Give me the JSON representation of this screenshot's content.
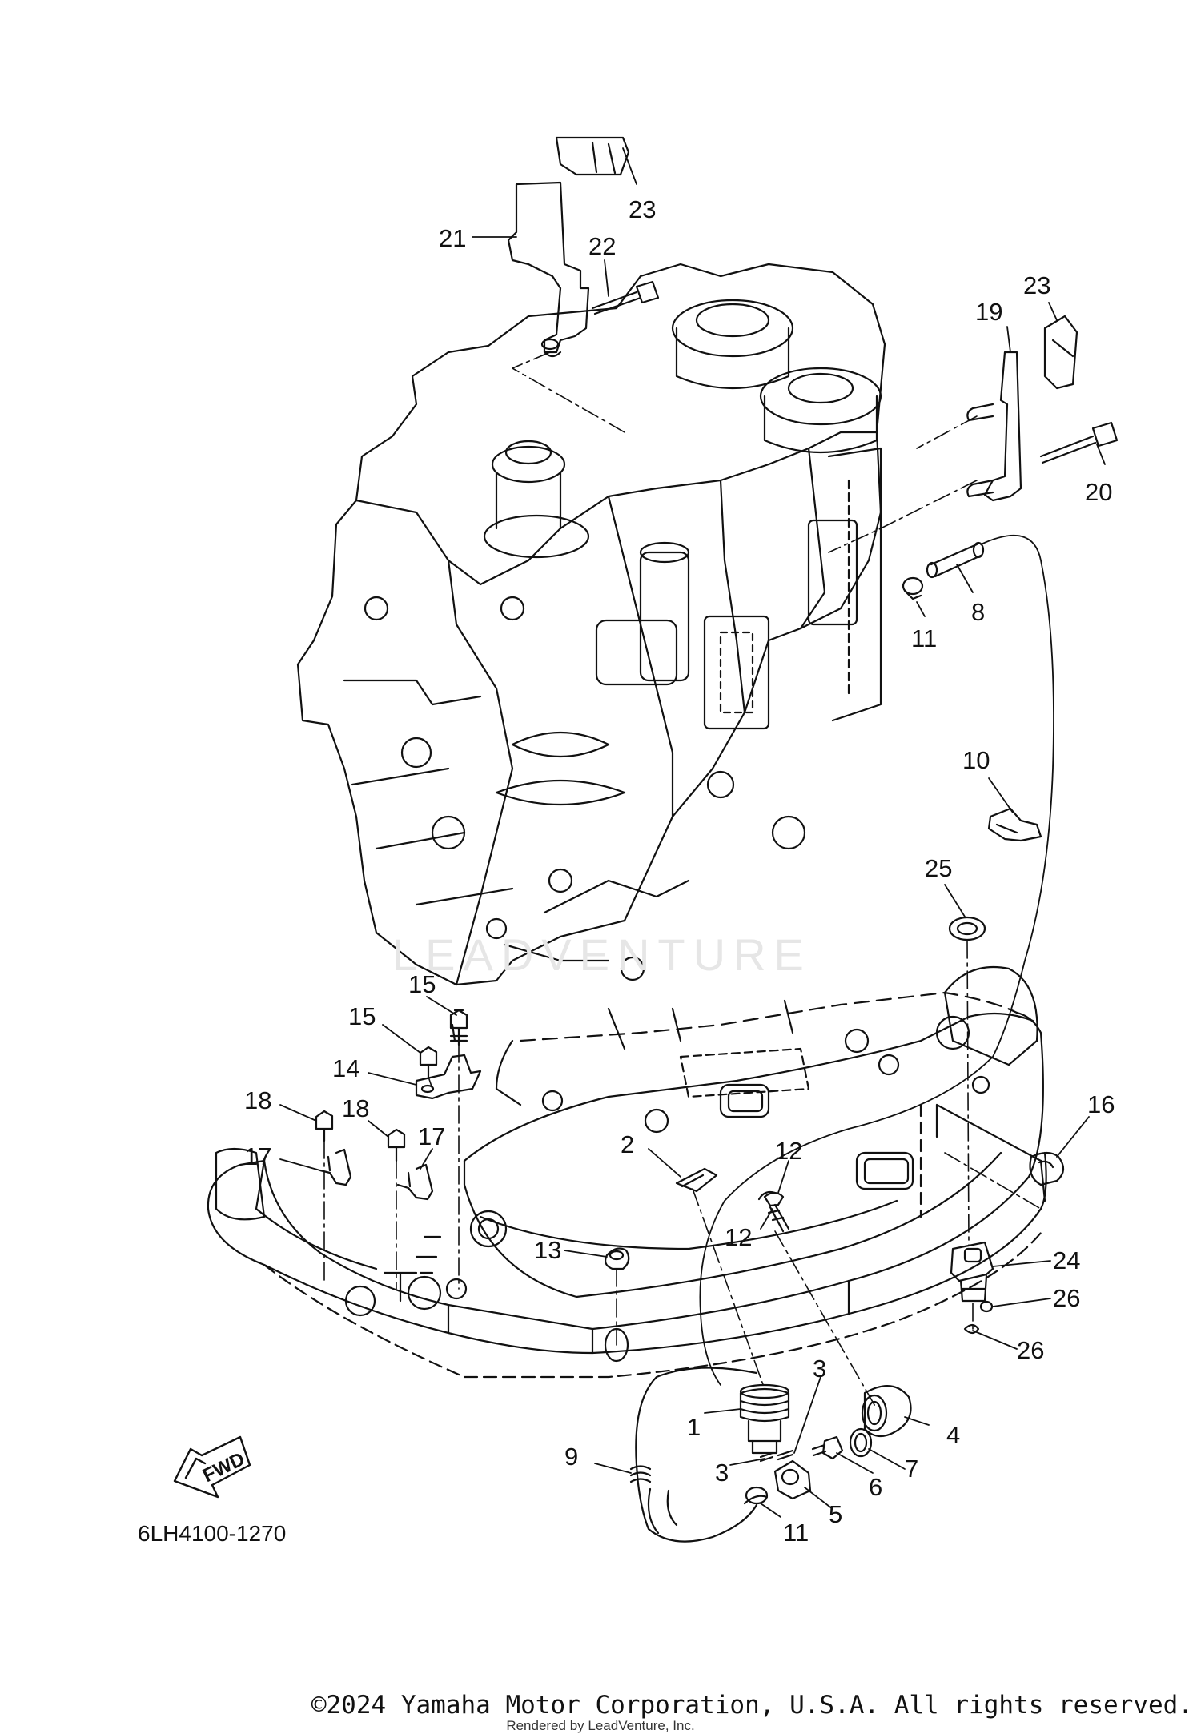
{
  "diagram": {
    "reference_code": "6LH4100-1270",
    "fwd_label": "FWD",
    "watermark": "LEADVENTURE",
    "callouts": [
      {
        "id": "c21",
        "text": "21"
      },
      {
        "id": "c23a",
        "text": "23"
      },
      {
        "id": "c22",
        "text": "22"
      },
      {
        "id": "c23b",
        "text": "23"
      },
      {
        "id": "c19",
        "text": "19"
      },
      {
        "id": "c20",
        "text": "20"
      },
      {
        "id": "c8",
        "text": "8"
      },
      {
        "id": "c11a",
        "text": "11"
      },
      {
        "id": "c10",
        "text": "10"
      },
      {
        "id": "c25",
        "text": "25"
      },
      {
        "id": "c15a",
        "text": "15"
      },
      {
        "id": "c15b",
        "text": "15"
      },
      {
        "id": "c14",
        "text": "14"
      },
      {
        "id": "c18a",
        "text": "18"
      },
      {
        "id": "c18b",
        "text": "18"
      },
      {
        "id": "c17a",
        "text": "17"
      },
      {
        "id": "c17b",
        "text": "17"
      },
      {
        "id": "c16",
        "text": "16"
      },
      {
        "id": "c2",
        "text": "2"
      },
      {
        "id": "c12a",
        "text": "12"
      },
      {
        "id": "c12b",
        "text": "12"
      },
      {
        "id": "c13",
        "text": "13"
      },
      {
        "id": "c24",
        "text": "24"
      },
      {
        "id": "c26a",
        "text": "26"
      },
      {
        "id": "c26b",
        "text": "26"
      },
      {
        "id": "c3a",
        "text": "3"
      },
      {
        "id": "c1",
        "text": "1"
      },
      {
        "id": "c3b",
        "text": "3"
      },
      {
        "id": "c4",
        "text": "4"
      },
      {
        "id": "c7",
        "text": "7"
      },
      {
        "id": "c6",
        "text": "6"
      },
      {
        "id": "c9",
        "text": "9"
      },
      {
        "id": "c5",
        "text": "5"
      },
      {
        "id": "c11b",
        "text": "11"
      }
    ]
  },
  "footer": {
    "copyright": "©2024 Yamaha Motor Corporation, U.S.A. All rights reserved.",
    "rendered_by": "Rendered by LeadVenture, Inc."
  }
}
